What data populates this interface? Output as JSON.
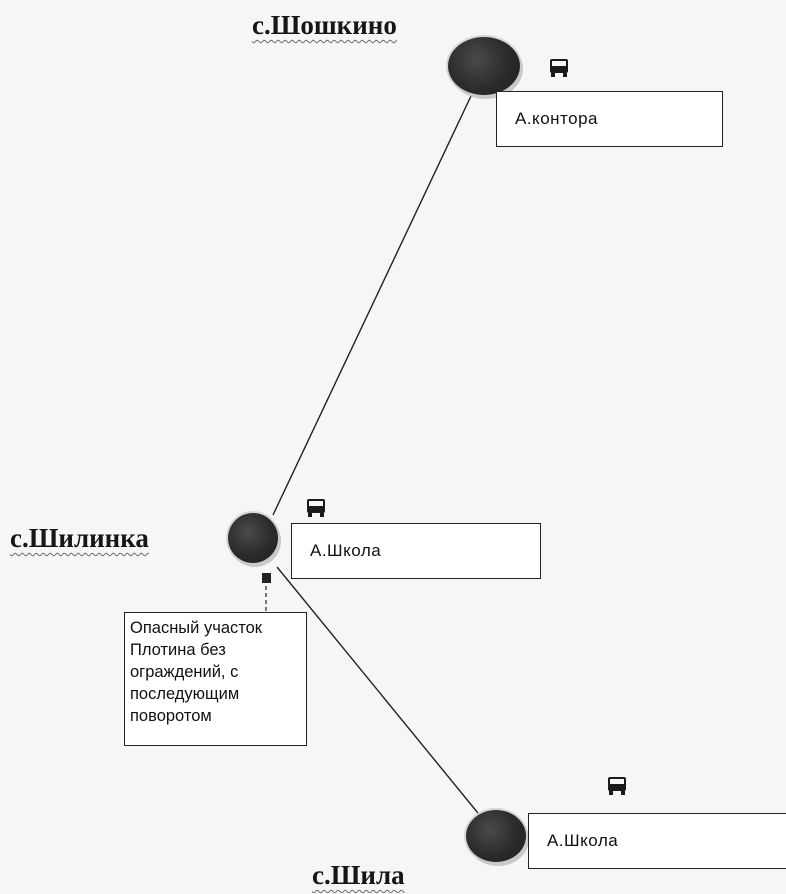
{
  "villages": {
    "shoshkino": "с.Шошкино",
    "shilinka": "с.Шилинка",
    "shila": "с.Шила"
  },
  "stops": {
    "shoshkino": "А.контора",
    "shilinka": "А.Школа",
    "shila": "А.Школа"
  },
  "hazard": {
    "text": "Опасный участок\nПлотина без\nограждений, с\nпоследующим\nповоротом"
  },
  "icons": {
    "bus": "bus-icon",
    "hazard": "hazard-marker"
  },
  "colors": {
    "node": "#2b2b2b",
    "road": "#222222",
    "background": "#f6f6f4"
  }
}
